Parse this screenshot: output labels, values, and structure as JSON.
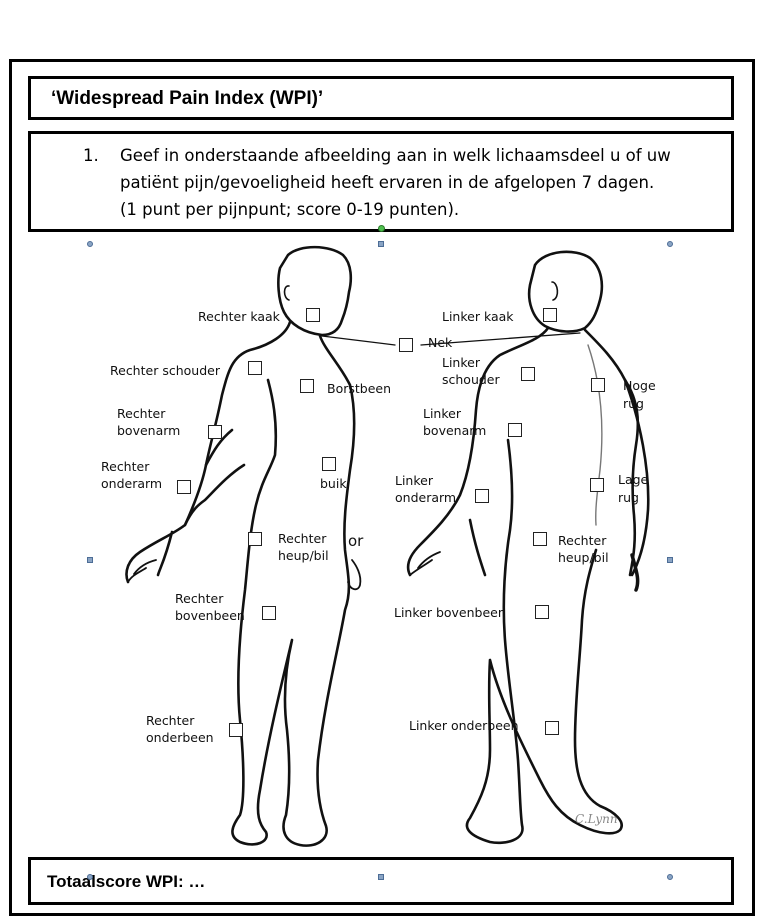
{
  "header": {
    "title": "‘Widespread Pain Index (WPI)’"
  },
  "instruction": {
    "number": "1.",
    "lines": [
      "Geef in onderstaande afbeelding aan in welk lichaamsdeel u of uw",
      "patiënt pijn/gevoeligheid heeft ervaren in de afgelopen 7 dagen.",
      "(1 punt per pijnpunt; score 0-19 punten)."
    ]
  },
  "labels": {
    "rechter_kaak": "Rechter kaak",
    "rechter_schouder": "Rechter schouder",
    "borstbeen": "Borstbeen",
    "rechter_bovenarm": [
      "Rechter",
      "bovenarm"
    ],
    "rechter_onderarm": [
      "Rechter",
      "onderarm"
    ],
    "buik": "buik",
    "rechter_heup": [
      "Rechter",
      "heup/bil"
    ],
    "or": "or",
    "rechter_bovenbeen": [
      "Rechter",
      "bovenbeen"
    ],
    "rechter_onderbeen": [
      "Rechter",
      "onderbeen"
    ],
    "linker_kaak": "Linker kaak",
    "nek": "Nek",
    "linker_schouder": [
      "Linker",
      "schouder"
    ],
    "hoge_rug": [
      "Hoge",
      "rug"
    ],
    "linker_bovenarm": [
      "Linker",
      "bovenarm"
    ],
    "linker_onderarm": [
      "Linker",
      "onderarm"
    ],
    "lage_rug": [
      "Lage",
      "rug"
    ],
    "linker_heup": [
      "Rechter",
      "heup/bil"
    ],
    "linker_bovenbeen": "Linker bovenbeen",
    "linker_onderbeen": "Linker onderbeen"
  },
  "signature": "C.Lynn",
  "footer": {
    "total_label": "Totaalscore WPI: …"
  }
}
